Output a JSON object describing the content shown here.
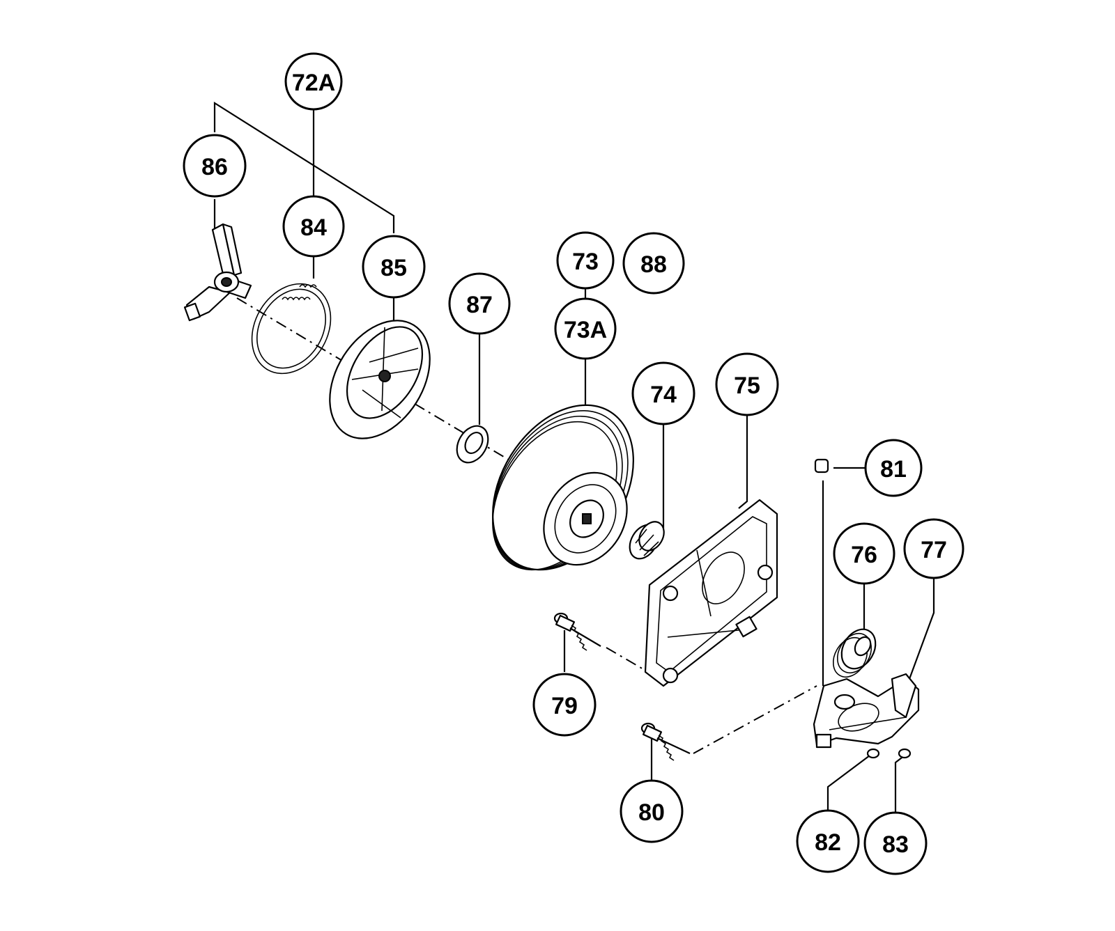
{
  "callouts": [
    {
      "id": "72A",
      "label": "72A"
    },
    {
      "id": "86",
      "label": "86"
    },
    {
      "id": "84",
      "label": "84"
    },
    {
      "id": "85",
      "label": "85"
    },
    {
      "id": "87",
      "label": "87"
    },
    {
      "id": "73",
      "label": "73"
    },
    {
      "id": "88",
      "label": "88"
    },
    {
      "id": "73A",
      "label": "73A"
    },
    {
      "id": "74",
      "label": "74"
    },
    {
      "id": "75",
      "label": "75"
    },
    {
      "id": "81",
      "label": "81"
    },
    {
      "id": "76",
      "label": "76"
    },
    {
      "id": "77",
      "label": "77"
    },
    {
      "id": "79",
      "label": "79"
    },
    {
      "id": "80",
      "label": "80"
    },
    {
      "id": "82",
      "label": "82"
    },
    {
      "id": "83",
      "label": "83"
    }
  ],
  "colors": {
    "line": "#000000",
    "background": "#ffffff"
  }
}
